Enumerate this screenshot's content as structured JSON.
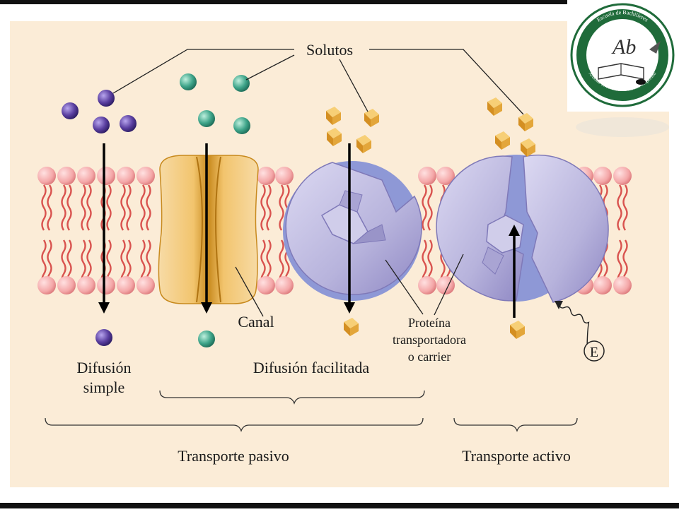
{
  "labels": {
    "solutos": "Solutos",
    "canal": "Canal",
    "proteina_1": "Proteína",
    "proteina_2": "transportadora",
    "proteina_3": "o carrier",
    "energia": "E",
    "difusion_simple_1": "Difusión",
    "difusion_simple_2": "simple",
    "difusion_facilitada": "Difusión facilitada",
    "transporte_pasivo": "Transporte pasivo",
    "transporte_activo": "Transporte activo"
  },
  "logo": {
    "ring_text_top": "Escuela de Bachilleres",
    "ring_text_bottom": "Artículo Tercero Constitucional Vespertino",
    "monogram": "Ab"
  },
  "colors": {
    "background": "#fbecd7",
    "lipid_head": "#f4a7a8",
    "lipid_tail": "#d9534f",
    "protein": "#b7b3dc",
    "channel": "#f2c46d",
    "solute_simple": "#5a3fa0",
    "solute_channel": "#3fa58a",
    "solute_carrier": "#e3a63a",
    "logo_green": "#1f6b3a"
  }
}
